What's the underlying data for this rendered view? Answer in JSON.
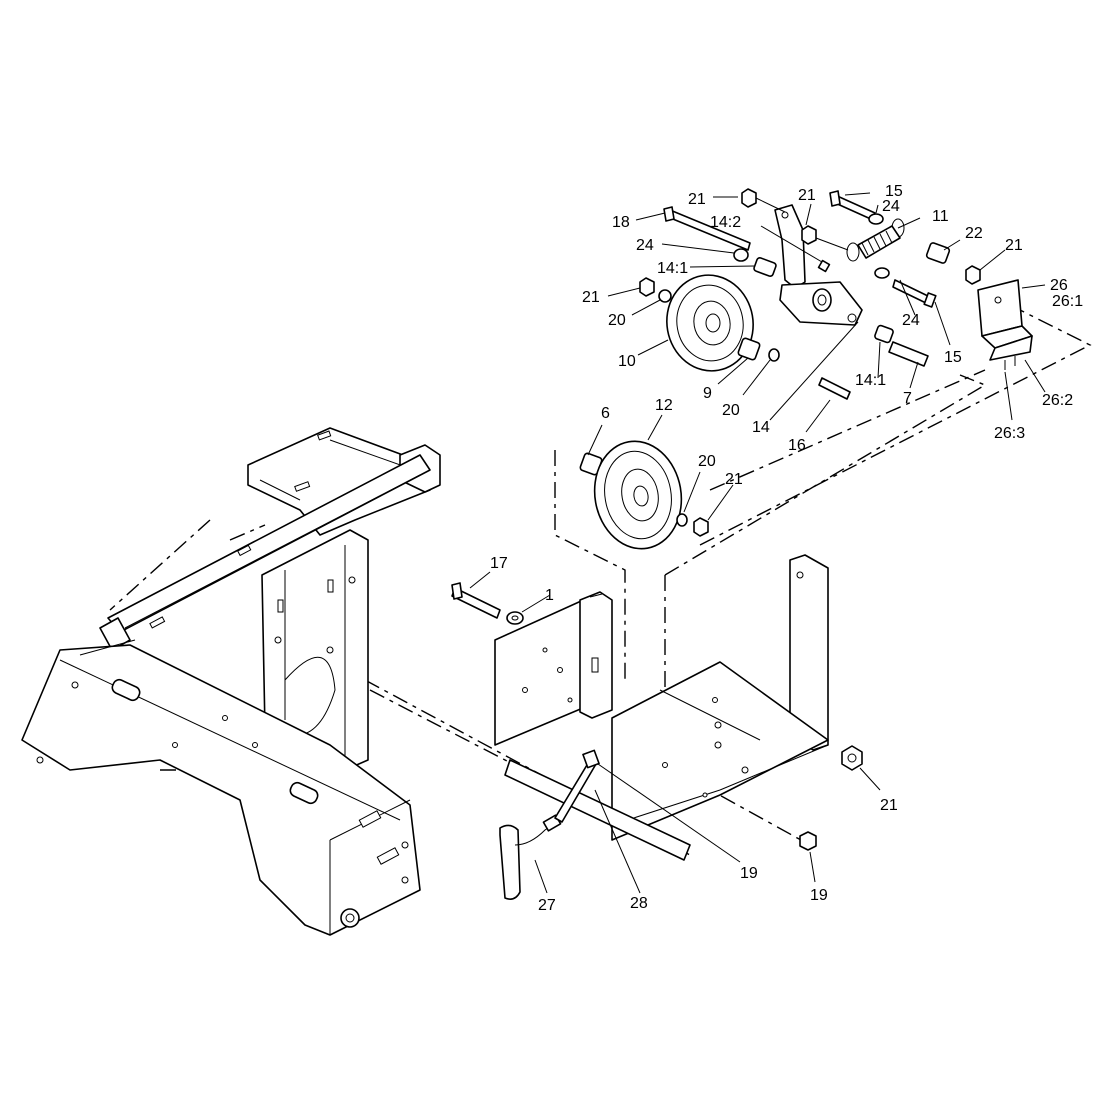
{
  "diagram": {
    "callouts": [
      {
        "id": "c-21a",
        "text": "21"
      },
      {
        "id": "c-21b",
        "text": "21"
      },
      {
        "id": "c-15a",
        "text": "15"
      },
      {
        "id": "c-24a",
        "text": "24"
      },
      {
        "id": "c-11",
        "text": "11"
      },
      {
        "id": "c-18",
        "text": "18"
      },
      {
        "id": "c-14-2",
        "text": "14:2"
      },
      {
        "id": "c-22",
        "text": "22"
      },
      {
        "id": "c-21c",
        "text": "21"
      },
      {
        "id": "c-24b",
        "text": "24"
      },
      {
        "id": "c-14-1a",
        "text": "14:1"
      },
      {
        "id": "c-26",
        "text": "26"
      },
      {
        "id": "c-26-1",
        "text": "26:1"
      },
      {
        "id": "c-21d",
        "text": "21"
      },
      {
        "id": "c-20a",
        "text": "20"
      },
      {
        "id": "c-24c",
        "text": "24"
      },
      {
        "id": "c-15b",
        "text": "15"
      },
      {
        "id": "c-10",
        "text": "10"
      },
      {
        "id": "c-14-1b",
        "text": "14:1"
      },
      {
        "id": "c-9",
        "text": "9"
      },
      {
        "id": "c-7",
        "text": "7"
      },
      {
        "id": "c-26-2",
        "text": "26:2"
      },
      {
        "id": "c-20b",
        "text": "20"
      },
      {
        "id": "c-14",
        "text": "14"
      },
      {
        "id": "c-26-3",
        "text": "26:3"
      },
      {
        "id": "c-16",
        "text": "16"
      },
      {
        "id": "c-6",
        "text": "6"
      },
      {
        "id": "c-12",
        "text": "12"
      },
      {
        "id": "c-20c",
        "text": "20"
      },
      {
        "id": "c-21e",
        "text": "21"
      },
      {
        "id": "c-17",
        "text": "17"
      },
      {
        "id": "c-1",
        "text": "1"
      },
      {
        "id": "c-21f",
        "text": "21"
      },
      {
        "id": "c-19a",
        "text": "19"
      },
      {
        "id": "c-19b",
        "text": "19"
      },
      {
        "id": "c-27",
        "text": "27"
      },
      {
        "id": "c-28",
        "text": "28"
      }
    ]
  }
}
